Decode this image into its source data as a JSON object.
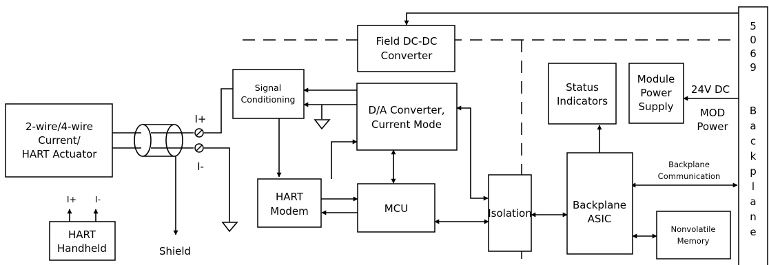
{
  "blocks": {
    "actuator": [
      "2-wire/4-wire",
      "Current/",
      "HART Actuator"
    ],
    "handheld": [
      "HART",
      "Handheld"
    ],
    "signal_conditioning": [
      "Signal",
      "Conditioning"
    ],
    "da_converter": [
      "D/A Converter,",
      "Current Mode"
    ],
    "field_dcdc": [
      "Field DC-DC",
      "Converter"
    ],
    "hart_modem": [
      "HART",
      "Modem"
    ],
    "mcu": "MCU",
    "isolation": "Isolation",
    "status_indicators": [
      "Status",
      "Indicators"
    ],
    "module_power_supply": [
      "Module",
      "Power",
      "Supply"
    ],
    "backplane_asic": [
      "Backplane",
      "ASIC"
    ],
    "nonvolatile_memory": [
      "Nonvolatile",
      "Memory"
    ]
  },
  "backplane": [
    "5",
    "0",
    "6",
    "9",
    "",
    "B",
    "a",
    "c",
    "k",
    "p",
    "l",
    "a",
    "n",
    "e"
  ],
  "labels": {
    "i_plus": "I+",
    "i_minus": "I-",
    "shield": "Shield",
    "handheld_i_plus": "I+",
    "handheld_i_minus": "I-",
    "v24dc": "24V DC",
    "mod_power": [
      "MOD",
      "Power"
    ],
    "backplane_comm": [
      "Backplane",
      "Communication"
    ]
  }
}
